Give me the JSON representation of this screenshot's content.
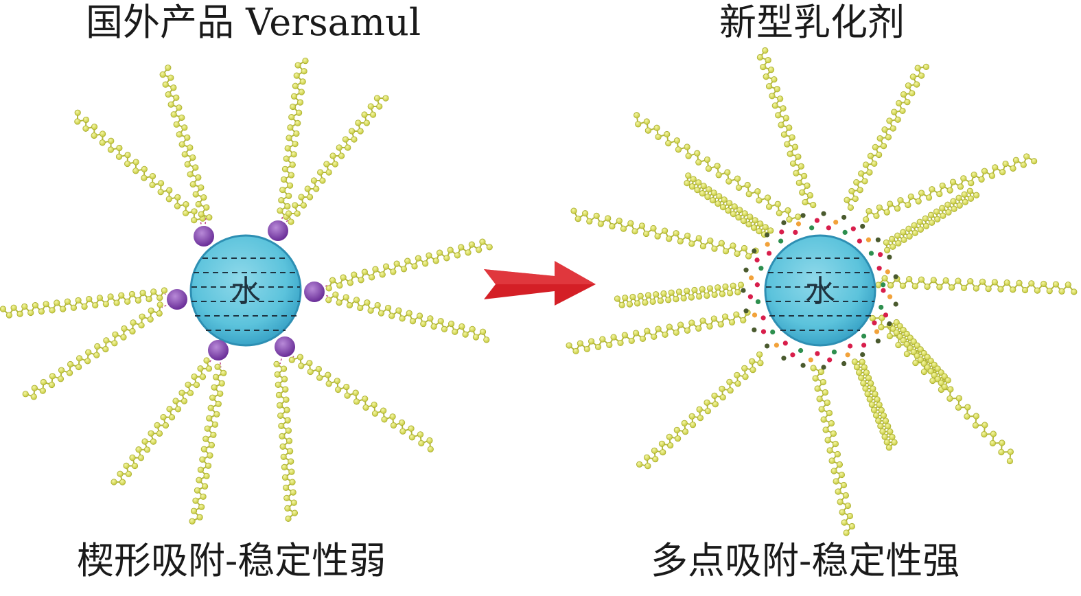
{
  "left": {
    "title": "国外产品 Versamul",
    "core_label": "水",
    "caption": "楔形吸附-稳定性弱"
  },
  "right": {
    "title": "新型乳化剂",
    "core_label": "水",
    "caption": "多点吸附-稳定性强"
  },
  "colors": {
    "water_core": "#5cc3dc",
    "water_core_edge": "#2d8fb3",
    "tail_bead": "#dfe36a",
    "tail_bead_edge": "#a9ad2f",
    "anchor": "#7b3fa6",
    "arrow": "#d41f26",
    "polar_red": "#d81e4b",
    "polar_orange": "#f2a23a",
    "polar_dark": "#4a5a2e",
    "polar_green": "#2d8f4e"
  }
}
